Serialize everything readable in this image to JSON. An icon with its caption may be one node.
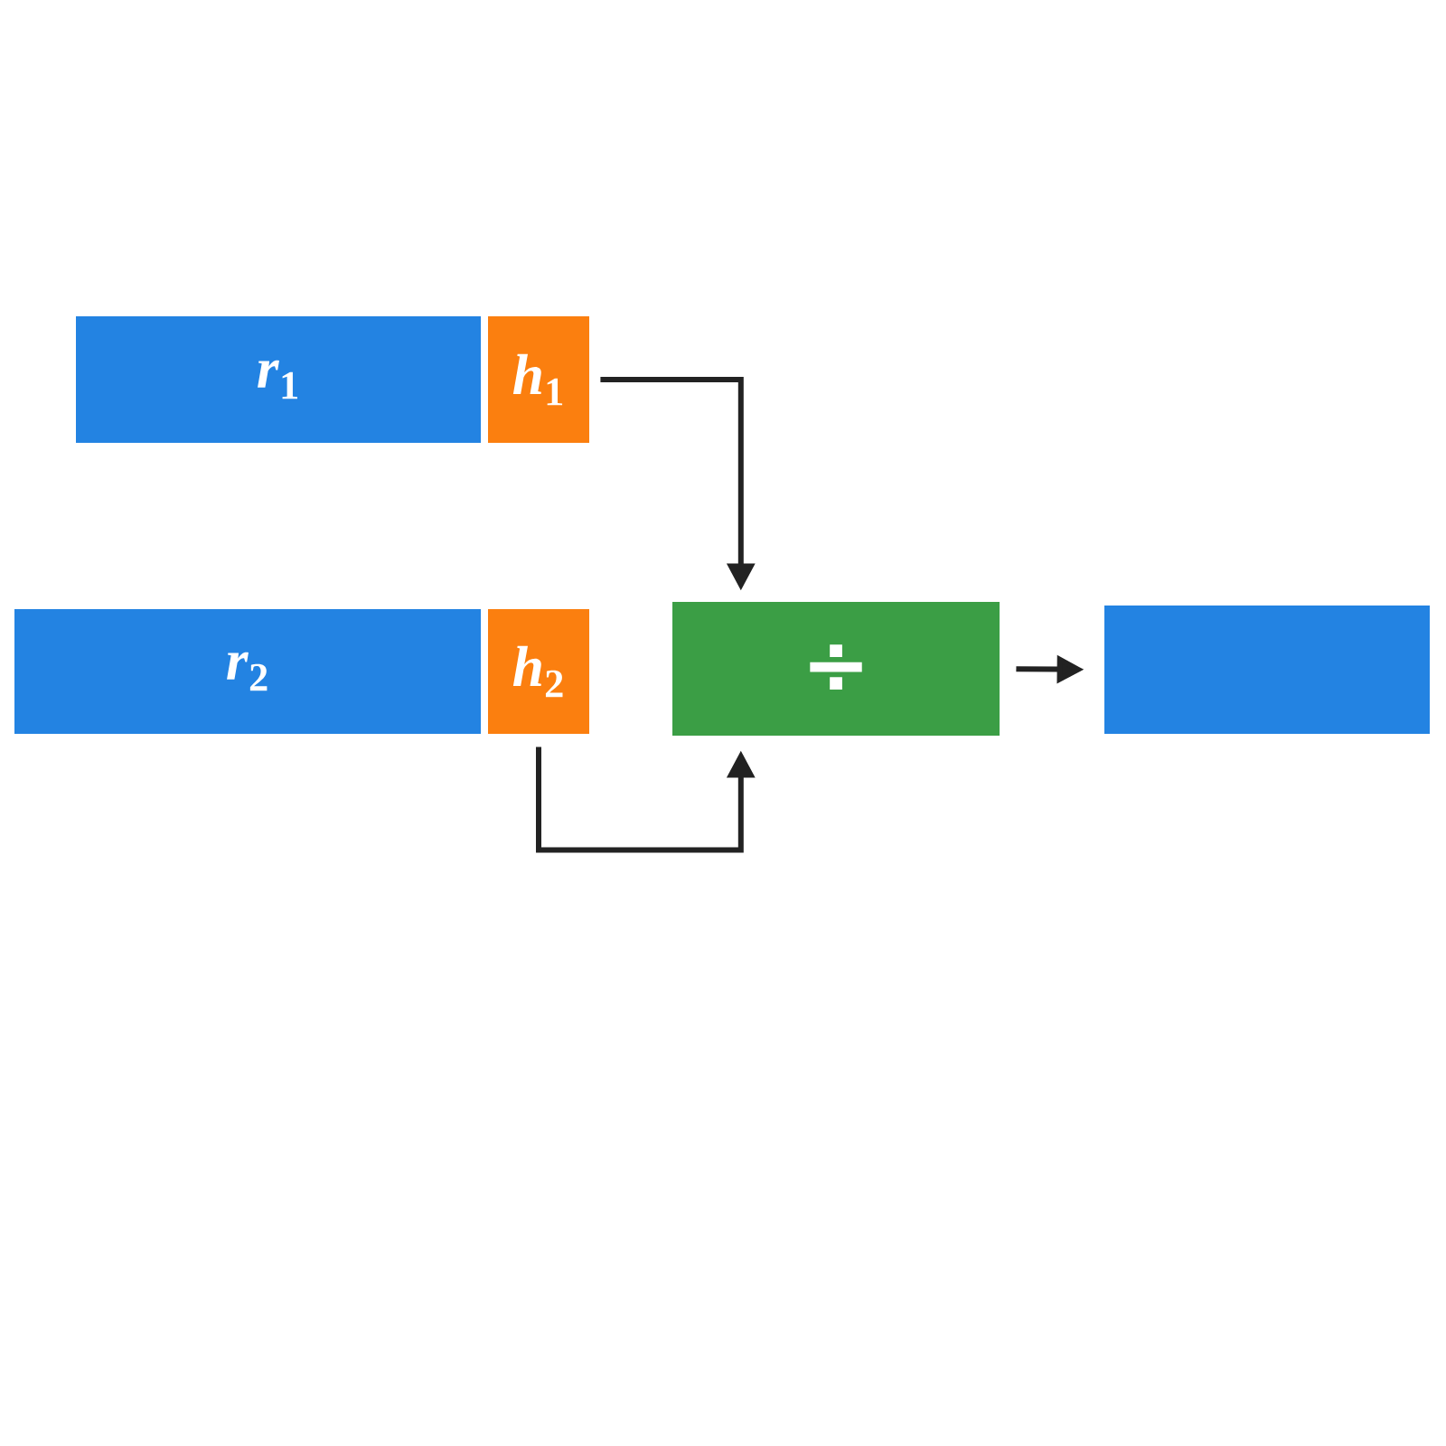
{
  "diagram": {
    "nodes": [
      {
        "text": [
          "*r*$_{1}$"
        ]
      },
      {
        "text": [
          "*h*$_{1}$"
        ]
      },
      {
        "text": [
          "*r*$_{2}$"
        ]
      },
      {
        "text": [
          "*h*$_{2}$"
        ]
      },
      {
        "text": [
          "÷"
        ]
      },
      {
        "text": [],
        "shape": "box"
      }
    ],
    "edges": [
      {
        "from": 1,
        "to": 4,
        "arrow": "to"
      },
      {
        "from": 3,
        "to": 4,
        "arrow": "to"
      },
      {
        "from": 4,
        "to": 5,
        "arrow": "to"
      }
    ]
  }
}
